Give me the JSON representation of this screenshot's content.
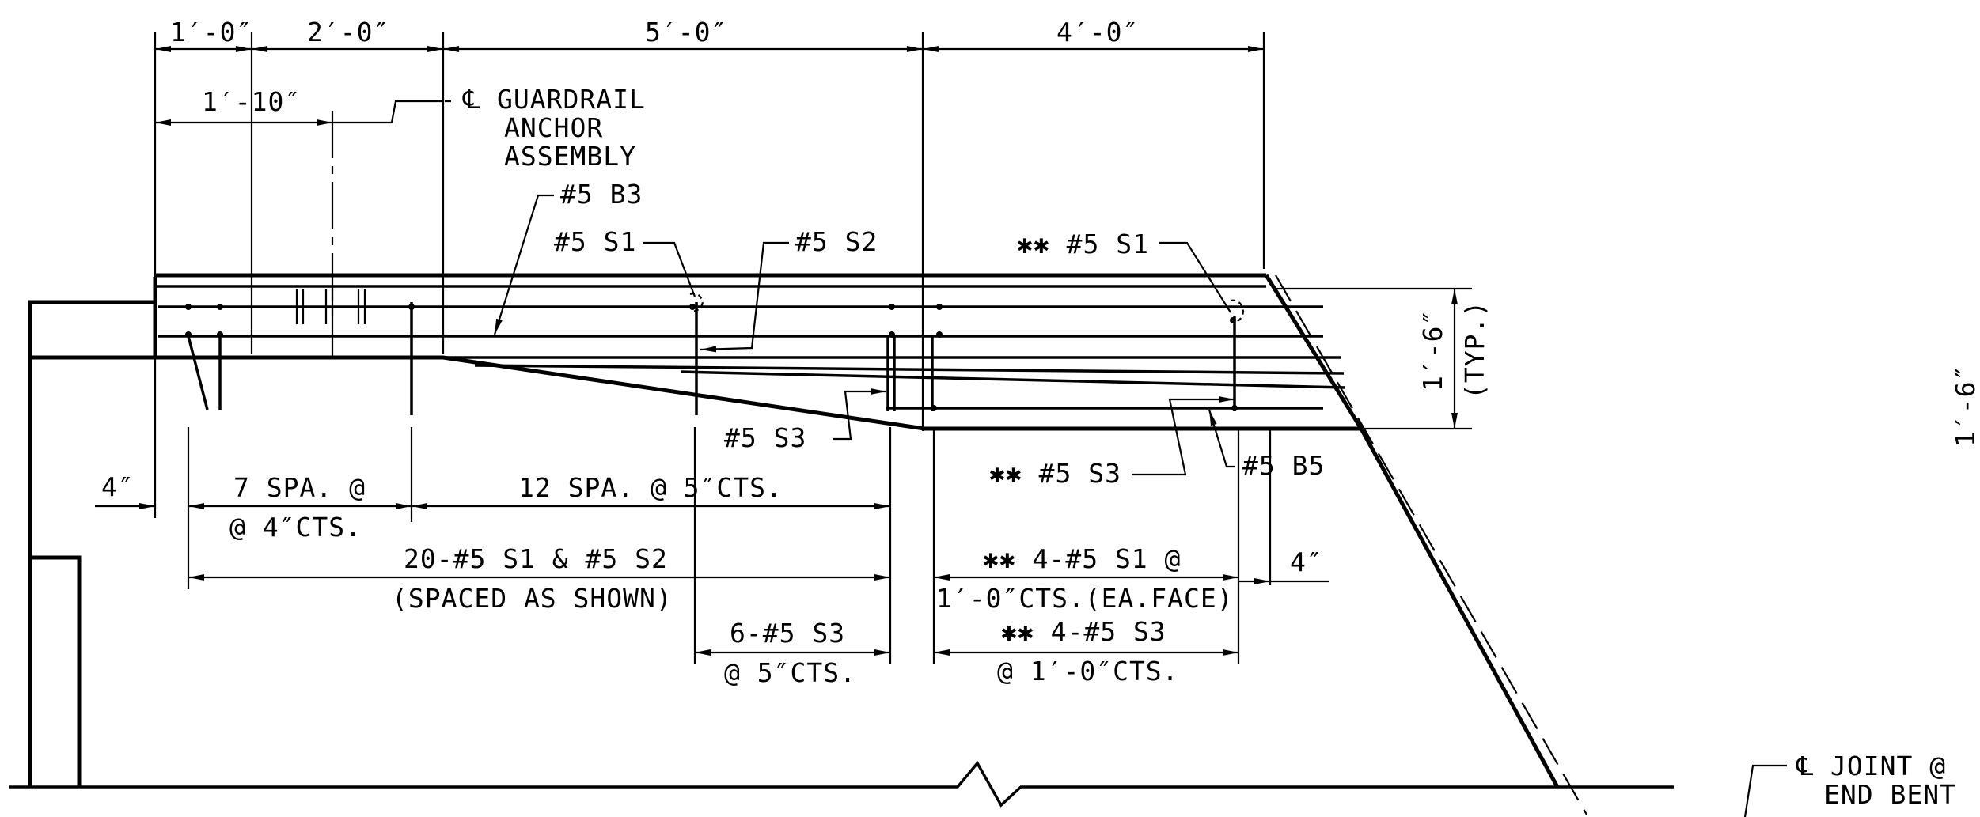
{
  "dimensions": {
    "top_1_0": "1′-0″",
    "top_2_0": "2′-0″",
    "top_5_0": "5′-0″",
    "top_4_0": "4′-0″",
    "dim_1_10": "1′-10″",
    "left_4in": "4″",
    "right_4in": "4″",
    "height_1_6": "1′-6″",
    "height_typ": "(TYP.)",
    "far_right_1_6": "1′-6″"
  },
  "labels": {
    "guardrail_line1": "℄ GUARDRAIL",
    "guardrail_line2": "ANCHOR",
    "guardrail_line3": "ASSEMBLY",
    "bar_b3": "#5 B3",
    "bar_s1": "#5 S1",
    "bar_s2": "#5 S2",
    "bar_s1_star": "✱✱ #5 S1",
    "bar_s3": "#5 S3",
    "bar_s3_star": "✱✱ #5 S3",
    "bar_b5": "#5 B5",
    "joint_line1": "℄ JOINT @",
    "joint_line2": "END BENT"
  },
  "spacing": {
    "spa7_line1": "7 SPA. @",
    "spa7_line2": "@ 4″CTS.",
    "spa12": "12 SPA. @ 5″CTS.",
    "s1s2_line1": "20-#5 S1 & #5 S2",
    "s1s2_line2": "(SPACED AS SHOWN)",
    "s3_line1": "6-#5 S3",
    "s3_line2": "@ 5″CTS.",
    "s1_face_line1": "✱✱ 4-#5 S1 @",
    "s1_face_line2": "1′-0″CTS.(EA.FACE)",
    "s3_ft_line1": "✱✱ 4-#5 S3",
    "s3_ft_line2": "@ 1′-0″CTS."
  }
}
